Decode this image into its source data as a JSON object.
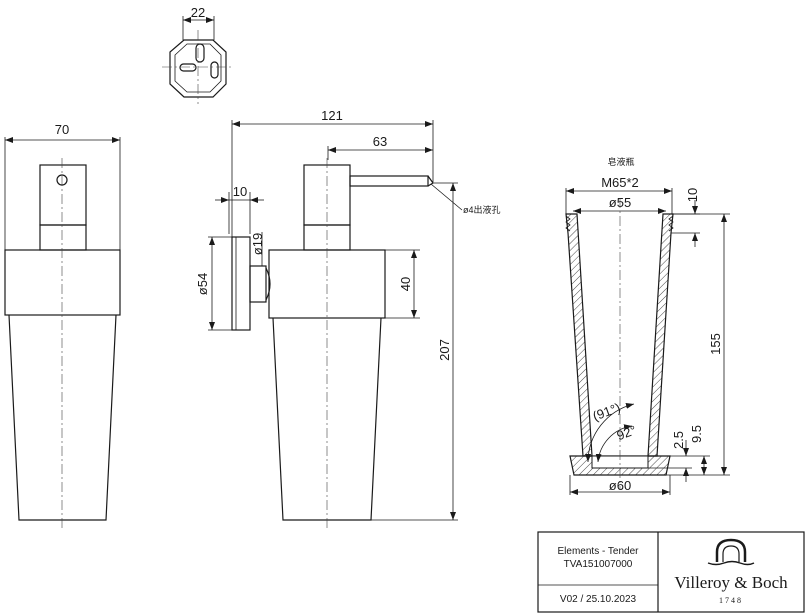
{
  "top_view": {
    "dim_width": "22"
  },
  "front_view": {
    "dim_width": "70"
  },
  "side_view": {
    "dim_total_depth": "121",
    "dim_spout": "63",
    "dim_plate_thickness": "10",
    "dim_plate_dia": "ø54",
    "dim_boss_dia": "ø19",
    "dim_collar_height": "40",
    "dim_total_height": "207",
    "outlet_note": "ø4出液孔"
  },
  "section_view": {
    "title": "皂液瓶",
    "dim_thread": "M65*2",
    "dim_inner_top": "ø55",
    "dim_thread_height": "10",
    "dim_height": "155",
    "dim_angle_outer": "(91°)",
    "dim_angle_inner": "92°",
    "dim_base_inner": "2.5",
    "dim_base_outer": "9.5",
    "dim_bottom_dia": "ø60"
  },
  "title_block": {
    "product": "Elements - Tender",
    "code": "TVA151007000",
    "version": "V02 / 25.10.2023",
    "brand": "Villeroy & Boch",
    "year": "1748"
  }
}
